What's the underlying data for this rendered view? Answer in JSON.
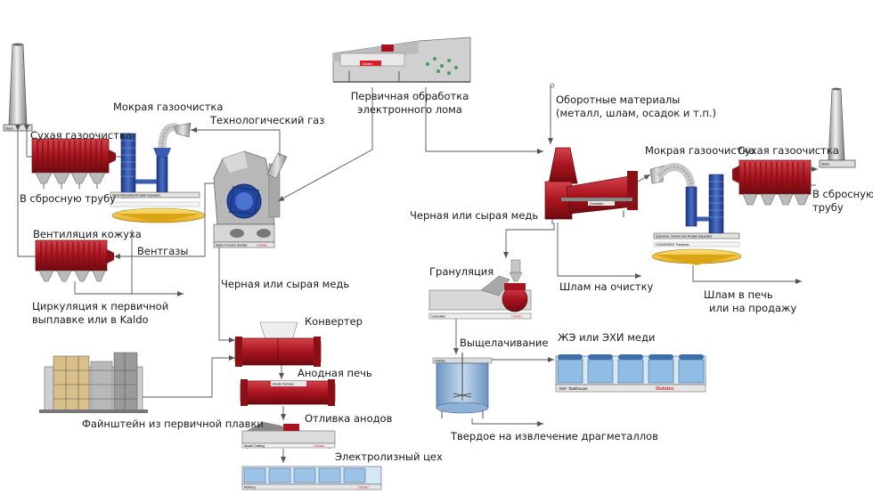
{
  "labels": {
    "wet_scrubber_left": "Мокрая газоочистка",
    "process_gas": "Технологический газ",
    "dry_scrubber_left": "Сухая газоочистка",
    "to_stack_left": "В сбросную трубу",
    "hood_ventilation": "Вентиляция кожуха",
    "vent_gases": "Вентгазы",
    "recirculation_line1": "Циркуляция к первичной",
    "recirculation_line2": "выплавке или в Kaldo",
    "primary_scrap_line1": "Первичная обработка",
    "primary_scrap_line2": "электронного лома",
    "black_copper_left": "Черная или сырая медь",
    "converter": "Конвертер",
    "anode_furnace": "Анодная печь",
    "anode_casting": "Отливка анодов",
    "electrolysis": "Электролизный цех",
    "matte": "Файнштейн из первичной плавки",
    "recycled_line1": "Оборотные материалы",
    "recycled_line2": "(металл, шлам, осадок и т.п.)",
    "wet_scrubber_right": "Мокрая газоочистка",
    "dry_scrubber_right": "Сухая газоочистка",
    "to_stack_right_line1": "В сбросную",
    "to_stack_right_line2": "трубу",
    "black_copper_right": "Черная или сырая медь",
    "granulation": "Грануляция",
    "slag_cleaning": "Шлам на очистку",
    "slag_furnace_line1": "Шлам в печь",
    "slag_furnace_line2": "или на продажу",
    "leaching": "Выщелачивание",
    "solid_precious": "Твердое на извлечение драгметаллов",
    "ew_tankhouse": "ЖЭ или ЭХИ меди"
  },
  "brand": {
    "outotec": "Outotec",
    "outotec_color": "#d4202a",
    "equipment_red": "#b3202a",
    "scrubber_blue": "#2d4fa0"
  },
  "plates": {
    "kaldo": "Kaldo Furnace Smelter",
    "venturi_left": "Venturi/Scrubber/Droplet separator",
    "converter_right": "Converter",
    "venturi_right": "Quencher, Venturi and Droplet Separator",
    "thickener": "CONVERSAT Thickener",
    "granulator": "Granulator",
    "anode_furnace": "Anode Furnace",
    "anode_casting": "Anode Casting",
    "refinery": "Refinery",
    "ew_tankhouse": "EW- Tankhouse",
    "stack": "Stack"
  }
}
